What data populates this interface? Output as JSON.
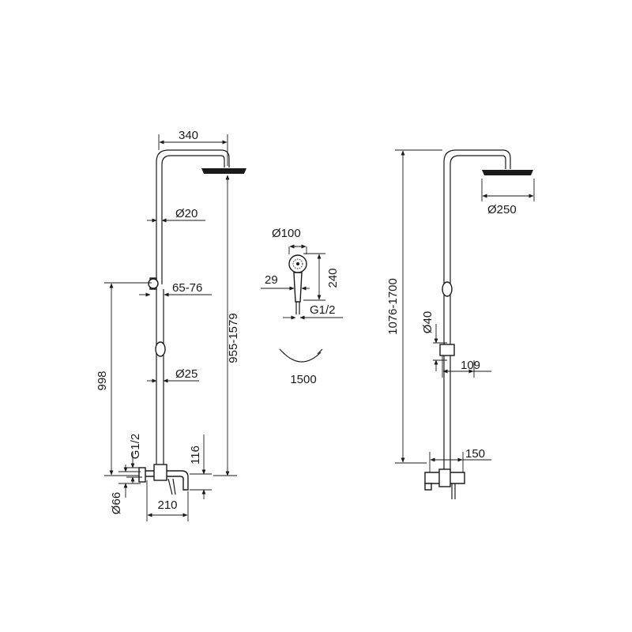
{
  "colors": {
    "line": "#1a1a1a",
    "background": "#ffffff"
  },
  "left_view": {
    "dim_arm_width": "340",
    "dim_pipe_upper": "Ø20",
    "dim_bracket": "65-76",
    "dim_height_range": "955-1579",
    "dim_pipe_lower": "Ø25",
    "dim_total": "998",
    "dim_thread": "G1/2",
    "dim_spout_height": "116",
    "dim_flange": "Ø66",
    "dim_spout_length": "210"
  },
  "hand_shower": {
    "dim_head_diameter": "Ø100",
    "dim_handle_width": "29",
    "dim_length": "240",
    "dim_thread": "G1/2",
    "dim_hose_length": "1500"
  },
  "right_view": {
    "dim_head_diameter": "Ø250",
    "dim_height_range": "1076-1700",
    "dim_holder_diameter": "Ø40",
    "dim_holder_offset": "109",
    "dim_mixer_width": "150"
  }
}
